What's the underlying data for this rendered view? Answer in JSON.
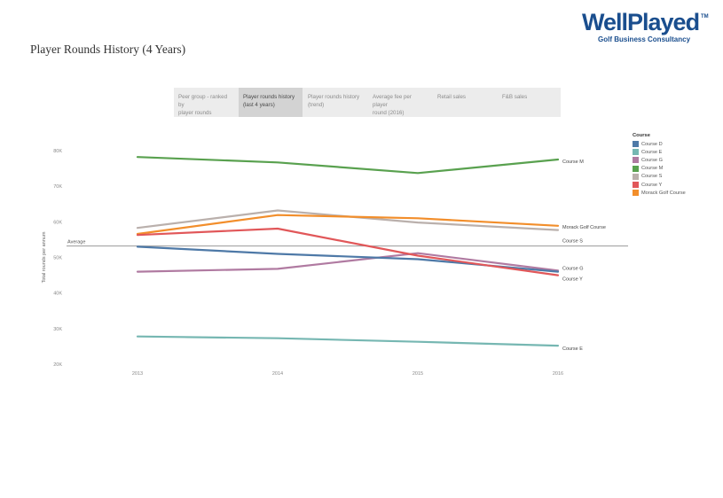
{
  "header": {
    "title": "Player Rounds History (4 Years)",
    "logo_well": "Well",
    "logo_played": "Played",
    "logo_tm": "TM",
    "logo_subtitle": "Golf Business Consultancy"
  },
  "tabs": [
    {
      "label": "Peer group - ranked by\nplayer rounds",
      "active": false
    },
    {
      "label": "Player rounds history\n(last 4 years)",
      "active": true
    },
    {
      "label": "Player rounds history\n(trend)",
      "active": false
    },
    {
      "label": "Average fee per player\nround (2016)",
      "active": false
    },
    {
      "label": "Retail sales",
      "active": false
    },
    {
      "label": "F&B sales",
      "active": false
    }
  ],
  "legend": {
    "title": "Course",
    "items": [
      {
        "label": "Course D",
        "color": "#4e79a7"
      },
      {
        "label": "Course E",
        "color": "#76b7b2"
      },
      {
        "label": "Course G",
        "color": "#b07aa1"
      },
      {
        "label": "Course M",
        "color": "#59a14f"
      },
      {
        "label": "Course S",
        "color": "#bab0ac"
      },
      {
        "label": "Course Y",
        "color": "#e15759"
      },
      {
        "label": "Morack Golf Course",
        "color": "#f28e2b"
      }
    ]
  },
  "chart_data": {
    "type": "line",
    "title": "",
    "xlabel": "",
    "ylabel": "Total rounds per annum",
    "x": [
      "2013",
      "2014",
      "2015",
      "2016"
    ],
    "ylim": [
      20000,
      80000
    ],
    "yticks": [
      "20K",
      "30K",
      "40K",
      "50K",
      "60K",
      "70K",
      "80K"
    ],
    "ytick_values": [
      20000,
      30000,
      40000,
      50000,
      60000,
      70000,
      80000
    ],
    "reference_line": {
      "label": "Average",
      "value": 53200
    },
    "series": [
      {
        "name": "Course D",
        "color": "#4e79a7",
        "values": [
          53000,
          51000,
          49500,
          46000
        ],
        "end_label": ""
      },
      {
        "name": "Course E",
        "color": "#76b7b2",
        "values": [
          27800,
          27300,
          26300,
          25200
        ],
        "end_label": "Course E"
      },
      {
        "name": "Course G",
        "color": "#b07aa1",
        "values": [
          46000,
          46800,
          51200,
          46300
        ],
        "end_label": "Course G"
      },
      {
        "name": "Course M",
        "color": "#59a14f",
        "values": [
          78200,
          76700,
          73700,
          77500
        ],
        "end_label": "Course M"
      },
      {
        "name": "Course S",
        "color": "#bab0ac",
        "values": [
          58300,
          63200,
          59800,
          57700
        ],
        "end_label": "Course S"
      },
      {
        "name": "Course Y",
        "color": "#e15759",
        "values": [
          56300,
          58100,
          50500,
          45000
        ],
        "end_label": "Course Y"
      },
      {
        "name": "Morack Golf Course",
        "color": "#f28e2b",
        "values": [
          56600,
          61900,
          61000,
          58900
        ],
        "end_label": "Morack Golf Course"
      }
    ]
  }
}
